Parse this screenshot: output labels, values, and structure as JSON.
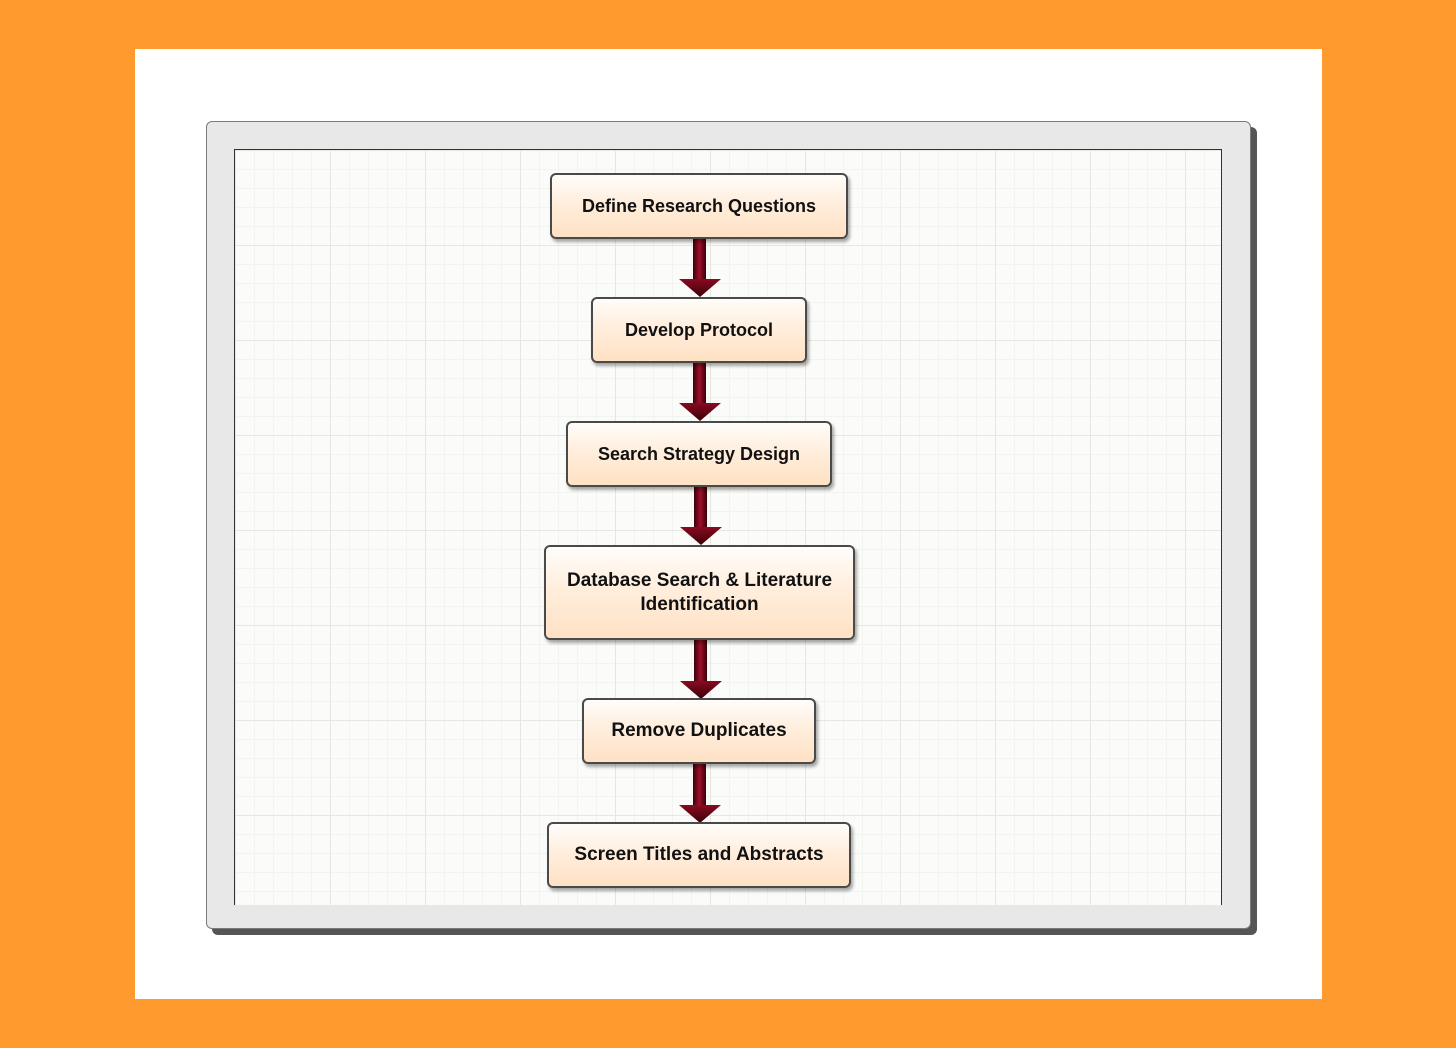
{
  "diagram": {
    "steps": [
      {
        "label": "Define Research Questions"
      },
      {
        "label": "Develop Protocol"
      },
      {
        "label": "Search Strategy Design"
      },
      {
        "label": "Database Search & Literature Identification"
      },
      {
        "label": "Remove Duplicates"
      },
      {
        "label": "Screen Titles and Abstracts"
      }
    ],
    "colors": {
      "background": "#FF9A2E",
      "node_fill": "#FFE6CC",
      "arrow": "#7A0A1E"
    }
  }
}
